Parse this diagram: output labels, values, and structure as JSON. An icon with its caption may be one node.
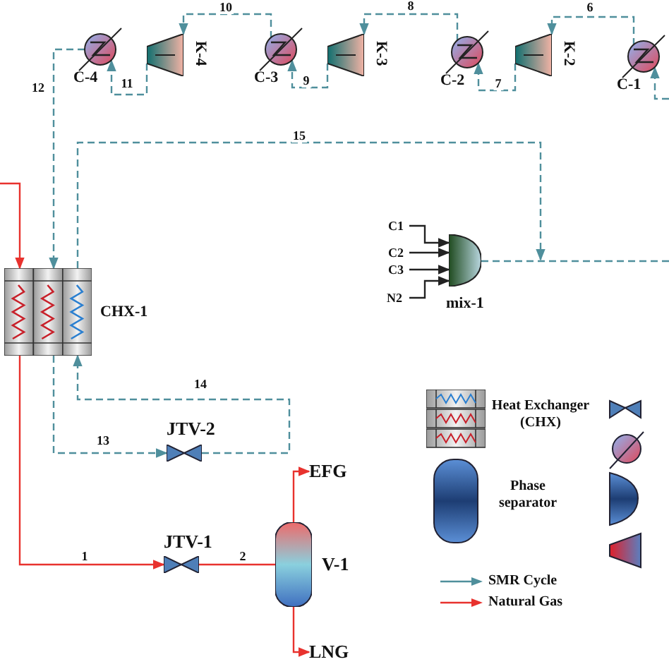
{
  "diagram": {
    "nodes": [
      {
        "text": [
          "C-4"
        ]
      },
      {
        "text": [
          "K-4"
        ]
      },
      {
        "text": [
          "C-3"
        ]
      },
      {
        "text": [
          "K-3"
        ]
      },
      {
        "text": [
          "C-2"
        ]
      },
      {
        "text": [
          "K-2"
        ]
      },
      {
        "text": [
          "C-1"
        ]
      },
      {
        "text": [
          "CHX-1"
        ]
      },
      {
        "text": [
          "C1"
        ]
      },
      {
        "text": [
          "C2"
        ]
      },
      {
        "text": [
          "C3"
        ]
      },
      {
        "text": [
          "N2"
        ]
      },
      {
        "text": [
          "mix-1"
        ]
      },
      {
        "text": [
          "JTV-2"
        ]
      },
      {
        "text": [
          "EFG"
        ]
      },
      {
        "text": [
          "JTV-1"
        ]
      },
      {
        "text": [
          "V-1"
        ]
      },
      {
        "text": [
          "LNG"
        ]
      }
    ],
    "edges": [
      {
        "from": 6,
        "to": 5,
        "label": "6",
        "arrow": "to",
        "style": "dashed"
      },
      {
        "from": 5,
        "to": 4,
        "label": "7",
        "arrow": "to",
        "style": "dashed"
      },
      {
        "from": 4,
        "to": 3,
        "label": "8",
        "arrow": "to",
        "style": "dashed"
      },
      {
        "from": 3,
        "to": 2,
        "label": "9",
        "arrow": "to",
        "style": "dashed"
      },
      {
        "from": 2,
        "to": 1,
        "label": "10",
        "arrow": "to",
        "style": "dashed"
      },
      {
        "from": 1,
        "to": 0,
        "label": "11",
        "arrow": "to",
        "style": "dashed"
      },
      {
        "from": 0,
        "to": 7,
        "label": "12",
        "arrow": "to",
        "style": "dashed"
      },
      {
        "from": 7,
        "to": null,
        "label": "15",
        "arrow": "to",
        "style": "dashed"
      },
      {
        "from": 12,
        "to": null,
        "arrow": "none",
        "style": "dashed"
      },
      {
        "from": null,
        "to": 6,
        "arrow": "to",
        "style": "dashed"
      },
      {
        "from": 7,
        "to": 13,
        "label": "13",
        "arrow": "to",
        "style": "dashed"
      },
      {
        "from": 13,
        "to": 7,
        "label": "14",
        "arrow": "to",
        "style": "dashed"
      },
      {
        "from": null,
        "to": 7,
        "arrow": "to",
        "color": "#e8322e"
      },
      {
        "from": 7,
        "to": 15,
        "label": "1",
        "arrow": "to",
        "color": "#e8322e"
      },
      {
        "from": 15,
        "to": 16,
        "label": "2",
        "arrow": "none",
        "color": "#e8322e"
      },
      {
        "from": 16,
        "to": 14,
        "arrow": "to",
        "color": "#e8322e"
      },
      {
        "from": 16,
        "to": 17,
        "arrow": "to",
        "color": "#e8322e"
      },
      {
        "from": 8,
        "to": 12,
        "arrow": "to",
        "color": "#222222"
      },
      {
        "from": 9,
        "to": 12,
        "arrow": "to",
        "color": "#222222"
      },
      {
        "from": 10,
        "to": 12,
        "arrow": "to",
        "color": "#222222"
      },
      {
        "from": 11,
        "to": 12,
        "arrow": "to",
        "color": "#222222"
      }
    ],
    "legend": [
      {
        "text": "Heat Exchanger (CHX)"
      },
      {
        "text": "Phase separator"
      },
      {
        "text": "SMR Cycle"
      },
      {
        "text": "Natural Gas"
      }
    ]
  }
}
